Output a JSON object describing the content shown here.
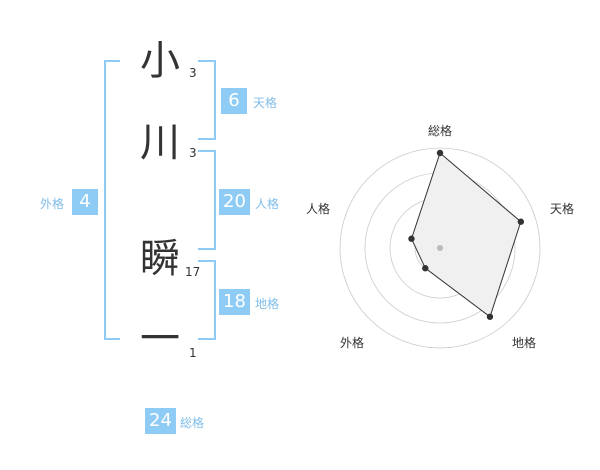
{
  "name": {
    "chars": [
      {
        "char": "小",
        "strokes": "3"
      },
      {
        "char": "川",
        "strokes": "3"
      },
      {
        "char": "瞬",
        "strokes": "17"
      },
      {
        "char": "一",
        "strokes": "1"
      }
    ]
  },
  "kakusu": {
    "tenkaku": {
      "value": "6",
      "label": "天格"
    },
    "jinkaku": {
      "value": "20",
      "label": "人格"
    },
    "chikaku": {
      "value": "18",
      "label": "地格"
    },
    "gaikaku": {
      "value": "4",
      "label": "外格"
    },
    "soukaku": {
      "value": "24",
      "label": "総格"
    }
  },
  "colors": {
    "accent": "#8fccf5",
    "accent_text": "#7fbde8",
    "text": "#333333"
  },
  "chart_data": {
    "type": "radar",
    "axes": [
      "総格",
      "天格",
      "地格",
      "外格",
      "人格"
    ],
    "values": [
      0.95,
      0.85,
      0.85,
      0.25,
      0.3
    ],
    "range": [
      0,
      1
    ],
    "rings": 4
  }
}
